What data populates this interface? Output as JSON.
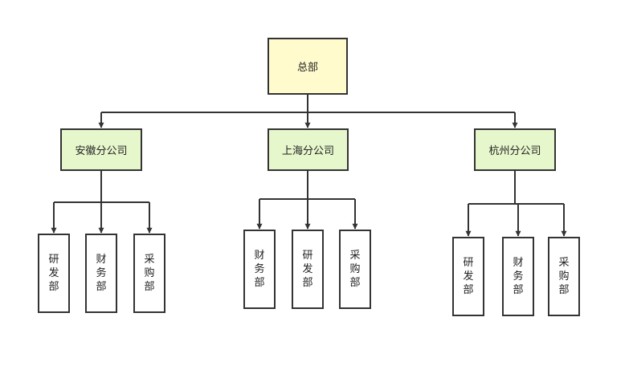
{
  "colors": {
    "line": "#333333",
    "root_fill": "#fffbcc",
    "branch_fill": "#e6f7cc",
    "dept_fill": "#ffffff"
  },
  "root": {
    "label": "总部"
  },
  "branches": [
    {
      "label": "安徽分公司",
      "departments": [
        "研发部",
        "财务部",
        "采购部"
      ]
    },
    {
      "label": "上海分公司",
      "departments": [
        "财务部",
        "研发部",
        "采购部"
      ]
    },
    {
      "label": "杭州分公司",
      "departments": [
        "研发部",
        "财务部",
        "采购部"
      ]
    }
  ]
}
